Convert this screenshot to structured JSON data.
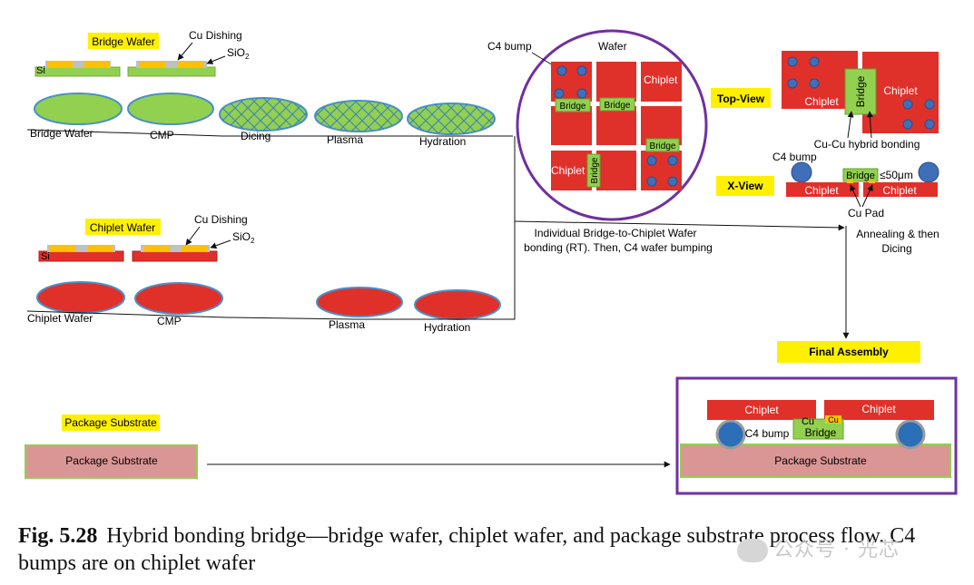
{
  "bridge": {
    "title": "Bridge Wafer",
    "cu_dishing": "Cu Dishing",
    "sio2": "SiO",
    "sio2_sub": "2",
    "si": "Si",
    "steps": [
      "Bridge Wafer",
      "CMP",
      "Dicing",
      "Plasma",
      "Hydration"
    ]
  },
  "chiplet": {
    "title": "Chiplet Wafer",
    "cu_dishing": "Cu Dishing",
    "sio2": "SiO",
    "sio2_sub": "2",
    "si": "Si",
    "steps": [
      "Chiplet Wafer",
      "CMP",
      "Plasma",
      "Hydration"
    ]
  },
  "wafer_view": {
    "c4_label": "C4 bump",
    "title": "Wafer",
    "chiplet": "Chiplet",
    "bridge": "Bridge",
    "caption_line1": "Individual Bridge-to-Chiplet Wafer",
    "caption_line2": "bonding (RT). Then, C4 wafer bumping"
  },
  "top_view": {
    "label": "Top-View",
    "chiplet_left": "Chiplet",
    "chiplet_right": "Chiplet",
    "bridge": "Bridge",
    "hybrid": "Cu-Cu hybrid bonding"
  },
  "x_view": {
    "label": "X-View",
    "c4": "C4 bump",
    "bridge": "Bridge",
    "gap": "≤50μm",
    "chiplet_left": "Chiplet",
    "chiplet_right": "Chiplet",
    "cu_pad": "Cu Pad",
    "annealing_line1": "Annealing & then",
    "annealing_line2": "Dicing"
  },
  "final": {
    "label": "Final Assembly",
    "chiplet_left": "Chiplet",
    "chiplet_right": "Chiplet",
    "cu_left": "Cu",
    "cu_right": "Cu",
    "bridge": "Bridge",
    "c4": "C4 bump",
    "substrate": "Package Substrate"
  },
  "package": {
    "title": "Package Substrate",
    "box": "Package Substrate"
  },
  "caption": {
    "fig": "Fig. 5.28",
    "text": "Hybrid bonding bridge—bridge wafer, chiplet wafer, and package substrate process flow. C4 bumps are on chiplet wafer"
  },
  "watermark": "公众号 · 光芯",
  "colors": {
    "green": "#92d050",
    "red": "#e0302a",
    "yellow": "#fff000",
    "orange": "#ffc000",
    "blue_bump": "#3f6fb8",
    "purple": "#7030a0",
    "substrate": "#da9694",
    "wafer_edge": "#4a90c8"
  }
}
